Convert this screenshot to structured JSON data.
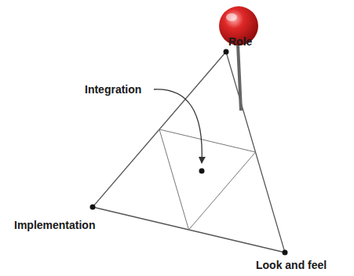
{
  "diagram": {
    "labels": [
      "Role",
      "Integration",
      "Implementation",
      "Look and feel"
    ]
  }
}
